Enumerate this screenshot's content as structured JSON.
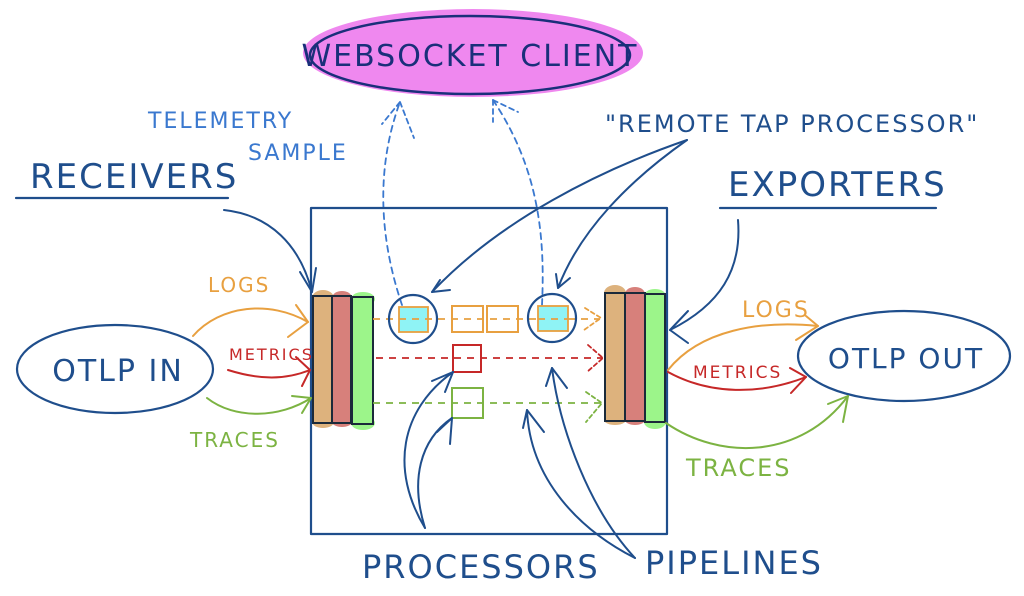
{
  "colors": {
    "ink": "#1f4e8c",
    "sample_ink": "#3a78cf",
    "logs": "#e8a040",
    "metrics": "#c62828",
    "traces": "#7cb342",
    "websocket_fill": "#ee82ee",
    "tap_fill": "#8ff3f5",
    "bar_logs": "#ddb27d",
    "bar_metrics": "#d7807b",
    "bar_traces": "#9cf58a"
  },
  "nodes": {
    "websocket_client": "WEBSOCKET CLIENT",
    "otlp_in": "OTLP IN",
    "otlp_out": "OTLP OUT"
  },
  "labels": {
    "telemetry_sample_line1": "TELEMETRY",
    "telemetry_sample_line2": "SAMPLE",
    "receivers": "RECEIVERS",
    "exporters": "EXPORTERS",
    "remote_tap_processor": "\"REMOTE TAP PROCESSOR\"",
    "processors": "PROCESSORS",
    "pipelines": "PIPELINES"
  },
  "signals": {
    "in": {
      "logs": "LOGS",
      "metrics": "METRICS",
      "traces": "TRACES"
    },
    "out": {
      "logs": "LOGS",
      "metrics": "METRICS",
      "traces": "TRACES"
    }
  },
  "pipelines": [
    {
      "signal": "logs",
      "processors": [
        "remote-tap",
        "processor",
        "processor",
        "remote-tap"
      ]
    },
    {
      "signal": "metrics",
      "processors": [
        "processor"
      ]
    },
    {
      "signal": "traces",
      "processors": [
        "processor"
      ]
    }
  ]
}
